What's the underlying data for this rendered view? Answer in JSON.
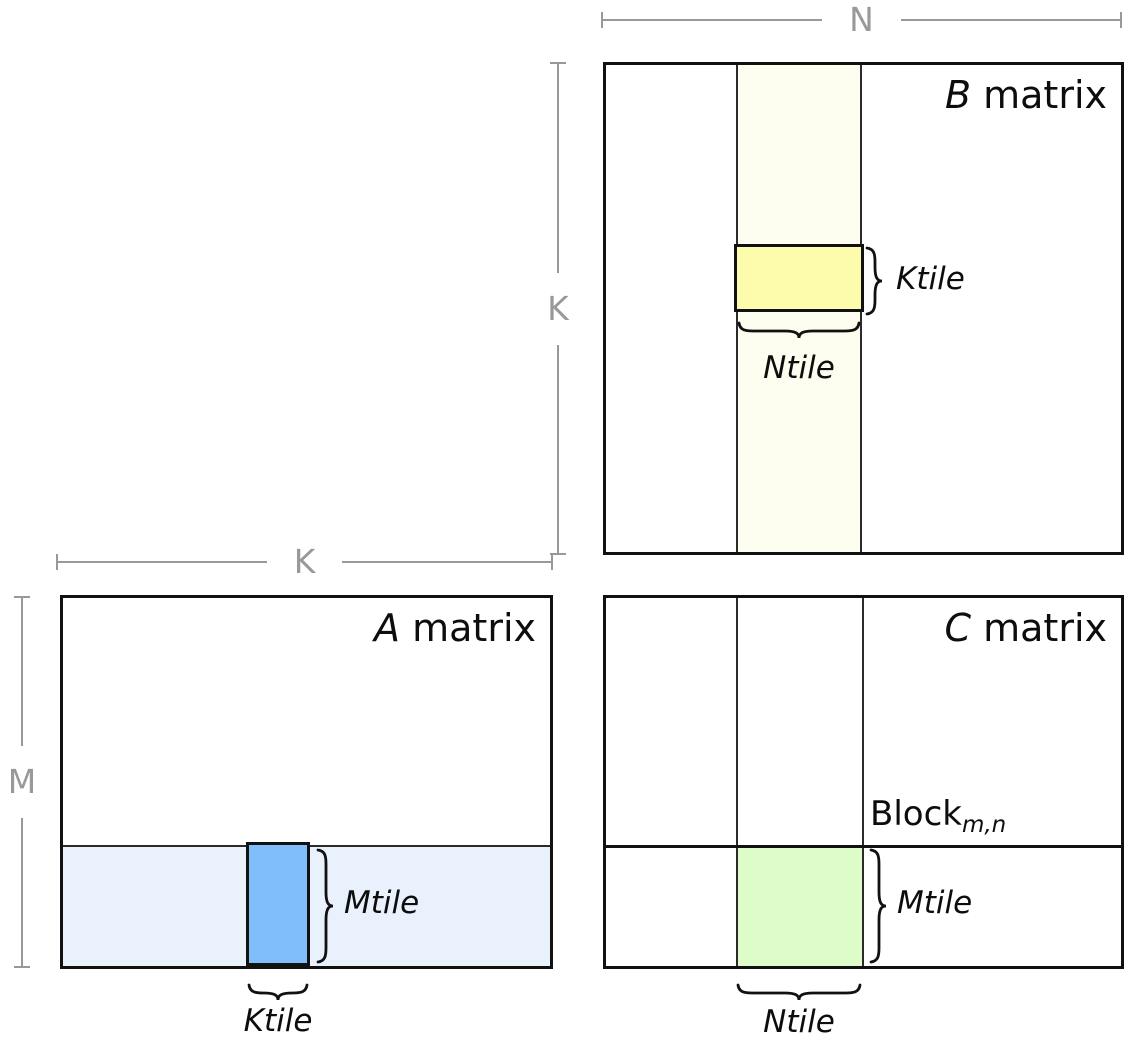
{
  "colors": {
    "line": "#111111",
    "thin": "#2b2b2b",
    "dim": "#999999",
    "b_strip": "#fdfdf0",
    "b_tile": "#fdfbac",
    "a_strip": "#e8f1fc",
    "a_tile": "#7fbefb",
    "c_tile": "#defcc9"
  },
  "dimensions": {
    "b_width_label": "N",
    "b_height_label": "K",
    "a_width_label": "K",
    "a_height_label": "M"
  },
  "matrix_b": {
    "title_var": "B",
    "title_rest": " matrix",
    "tile_height_label": "Ktile",
    "tile_width_label": "Ntile"
  },
  "matrix_a": {
    "title_var": "A",
    "title_rest": " matrix",
    "tile_height_label": "Mtile",
    "tile_width_label": "Ktile"
  },
  "matrix_c": {
    "title_var": "C",
    "title_rest": " matrix",
    "block_label": "Block",
    "block_subscript": "m,n",
    "tile_height_label": "Mtile",
    "tile_width_label": "Ntile"
  }
}
